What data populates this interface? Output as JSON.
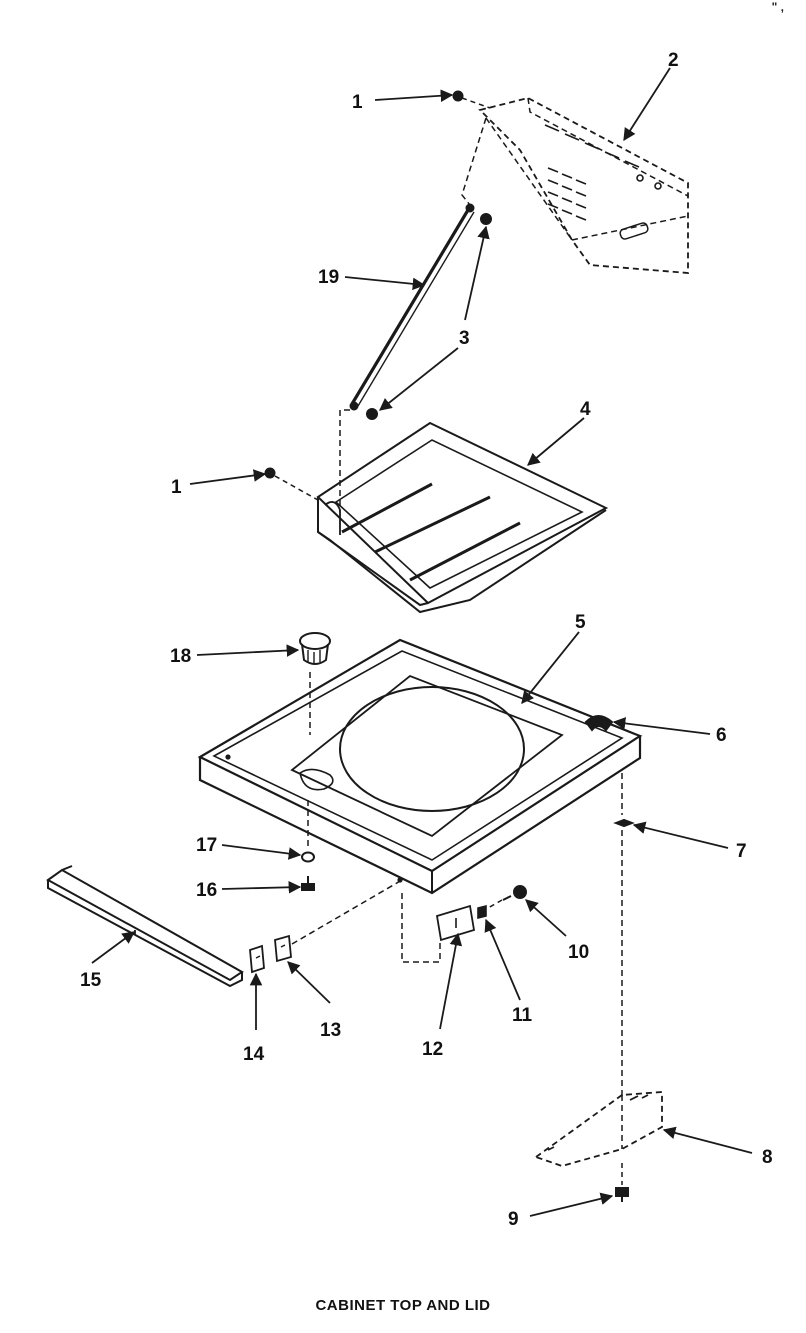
{
  "title": "CABINET TOP AND LID",
  "callouts": {
    "c1a": "1",
    "c1b": "1",
    "c2": "2",
    "c3": "3",
    "c4": "4",
    "c5": "5",
    "c6": "6",
    "c7": "7",
    "c8": "8",
    "c9": "9",
    "c10": "10",
    "c11": "11",
    "c12": "12",
    "c13": "13",
    "c14": "14",
    "c15": "15",
    "c16": "16",
    "c17": "17",
    "c18": "18",
    "c19": "19"
  },
  "colors": {
    "line": "#1a1a1a",
    "background": "#ffffff"
  }
}
